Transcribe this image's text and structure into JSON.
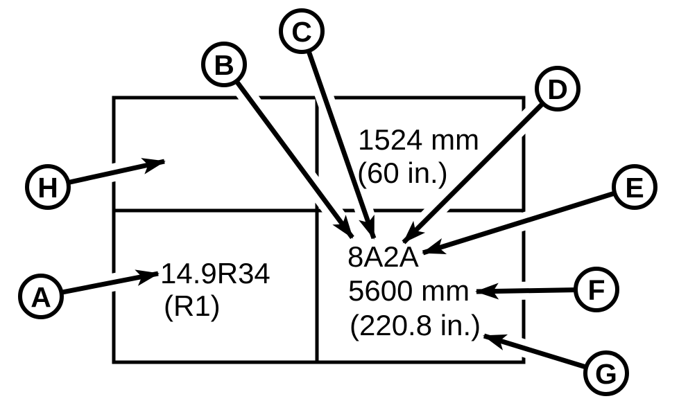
{
  "figure": {
    "kind": "callout-diagram",
    "colors": {
      "line": "#000000",
      "background": "#ffffff",
      "text": "#000000"
    },
    "texts": {
      "top_right": {
        "line1": "1524 mm",
        "line2": "(60 in.)"
      },
      "bottom_left": {
        "line1": "14.9R34",
        "line2": "(R1)"
      },
      "bottom_right": {
        "line1": "8A2A",
        "line2": "5600 mm",
        "line3": "(220.8 in.)"
      }
    },
    "callouts": [
      {
        "letter": "A"
      },
      {
        "letter": "B"
      },
      {
        "letter": "C"
      },
      {
        "letter": "D"
      },
      {
        "letter": "E"
      },
      {
        "letter": "F"
      },
      {
        "letter": "G"
      },
      {
        "letter": "H"
      }
    ]
  }
}
